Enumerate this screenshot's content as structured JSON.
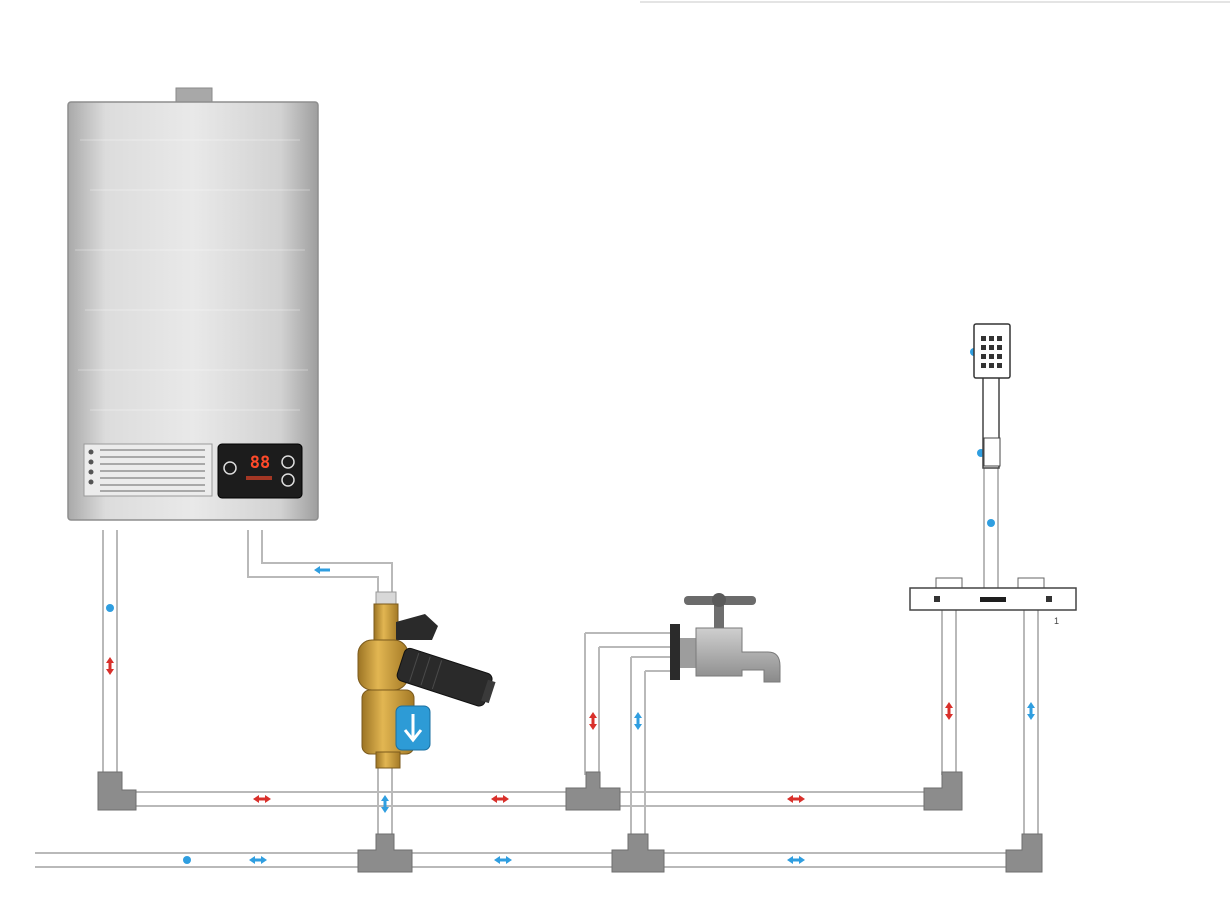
{
  "colors": {
    "background": "#ffffff",
    "pipe_stroke": "#b9b9b9",
    "fitting_fill": "#8c8c8c",
    "fitting_edge": "#6e6e6e",
    "hot_arrow": "#d9302b",
    "cold_arrow": "#2f9ee0",
    "heater_body": "#d6d6d6",
    "display_bg": "#1c1c1c",
    "display_digits": "#ff4a2a",
    "pump_brass": "#c9982f",
    "pump_motor": "#2a2a2a",
    "pump_badge": "#2d9bd6"
  },
  "heater": {
    "display_value": "88",
    "icons": [
      "power-icon",
      "temperature-icon",
      "flow-icon"
    ]
  },
  "pump": {
    "badge_icon": "down-arrow-icon"
  },
  "fixtures": [
    "water-heater",
    "booster-pump",
    "faucet",
    "shower-mixer",
    "shower-head"
  ],
  "shower_mixer": {
    "label": "1"
  }
}
